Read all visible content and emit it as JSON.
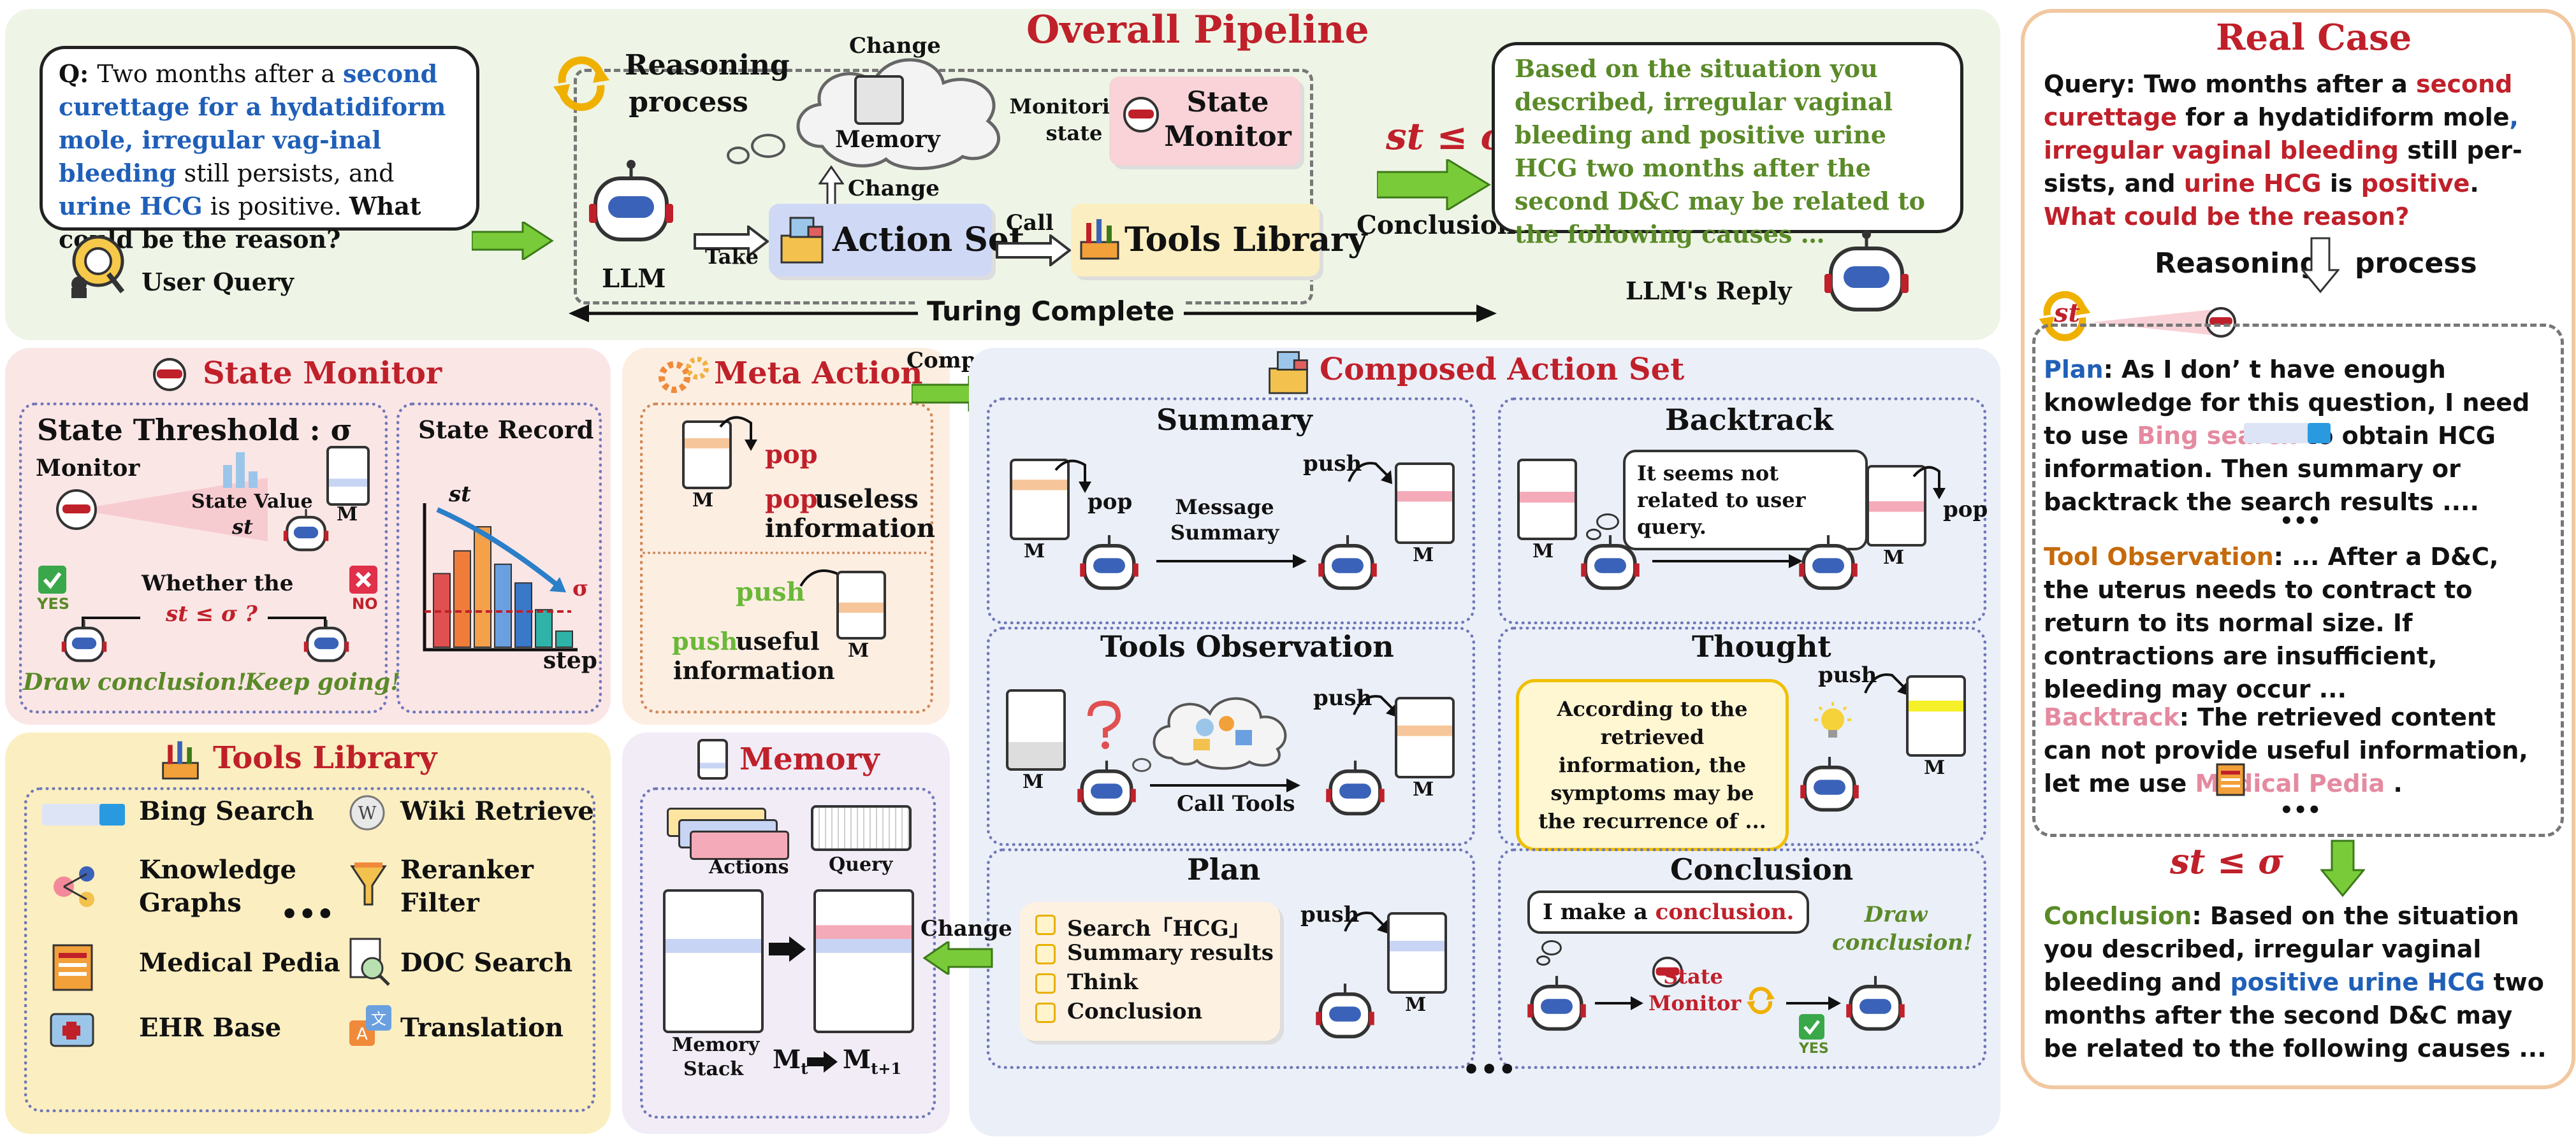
{
  "pipeline": {
    "title": "Overall Pipeline",
    "query_text": [
      {
        "t": "Q: ",
        "c": "bold"
      },
      {
        "t": "Two months after a ",
        "c": ""
      },
      {
        "t": "second curettage for a hydatidiform mole, irregular vag-inal bleeding",
        "c": "blue bold"
      },
      {
        "t": " still persists, and ",
        "c": ""
      },
      {
        "t": "urine HCG",
        "c": "blue bold"
      },
      {
        "t": " is positive. ",
        "c": ""
      },
      {
        "t": "What could be the reason?",
        "c": "bold"
      }
    ],
    "user_query_label": "User Query",
    "reasoning_label": "Reasoning process",
    "memory_label": "Memory",
    "change_label": "Change",
    "monitoring_label": "Monitoring state",
    "state_monitor_label": "State Monitor",
    "llm_label": "LLM",
    "take_label": "Take",
    "action_set_label": "Action Set",
    "call_label": "Call",
    "tools_library_label": "Tools Library",
    "turing_label": "Turing Complete",
    "condition": "st ≤ σ",
    "conclusion_label": "Conclusion",
    "reply_text": "Based on the situation you described, irregular vaginal bleeding and positive urine HCG two months after the second D&C may be related to the following causes …",
    "reply_label": "LLM's Reply"
  },
  "state_monitor": {
    "title": "State Monitor",
    "threshold_label": "State Threshold : σ",
    "monitor_label": "Monitor",
    "state_value_label": "State Value",
    "st_label": "st",
    "m_label": "M",
    "whether_label": "Whether the",
    "condition": "st ≤ σ ?",
    "yes_label": "YES",
    "no_label": "NO",
    "draw_label": "Draw conclusion!",
    "keep_label": "Keep going!",
    "record_label": "State Record",
    "record_st": "st",
    "sigma": "σ",
    "step_label": "step",
    "bar_heights": [
      0.55,
      0.72,
      0.9,
      0.62,
      0.48,
      0.28,
      0.12
    ],
    "bar_colors": [
      "#e05050",
      "#f07c3a",
      "#f4a14a",
      "#6aa0e0",
      "#3a78c8",
      "#2fb3a8",
      "#2fb3a8"
    ]
  },
  "meta_action": {
    "title": "Meta Action",
    "compose_label": "Compose",
    "pop_label": "pop",
    "pop_desc_1": "pop",
    "pop_desc_2": "useless",
    "pop_desc_3": "information",
    "push_label": "push",
    "push_desc_1": "push",
    "push_desc_2": "useful",
    "push_desc_3": "information",
    "m_label": "M"
  },
  "composed": {
    "title": "Composed Action Set",
    "summary": {
      "title": "Summary",
      "pop": "pop",
      "push": "push",
      "msg": "Message Summary",
      "m": "M"
    },
    "backtrack": {
      "title": "Backtrack",
      "bubble": "It seems not related to user query.",
      "pop": "pop",
      "m": "M"
    },
    "tools_obs": {
      "title": "Tools Observation",
      "push": "push",
      "call": "Call Tools",
      "m": "M"
    },
    "thought": {
      "title": "Thought",
      "push": "push",
      "bubble": "According to the retrieved information, the symptoms may be the  recurrence of ...",
      "m": "M"
    },
    "plan": {
      "title": "Plan",
      "items": [
        "Search「HCG」",
        "Summary results",
        "Think",
        "Conclusion"
      ],
      "push": "push",
      "m": "M"
    },
    "conclusion": {
      "title": "Conclusion",
      "bubble_pre": "I make a ",
      "bubble_red": "conclusion.",
      "monitor": "State Monitor",
      "draw": "Draw conclusion!",
      "yes": "YES"
    },
    "ellipsis": "•••"
  },
  "tools": {
    "title": "Tools Library",
    "items": [
      "Bing Search",
      "Wiki Retrieve",
      "Knowledge Graphs",
      "Reranker Filter",
      "Medical Pedia",
      "DOC Search",
      "EHR Base",
      "Translation"
    ],
    "ellipsis": "•••"
  },
  "memory": {
    "title": "Memory",
    "actions_label": "Actions",
    "query_label": "Query",
    "stack_label": "Memory Stack",
    "mt_label": "M",
    "mt_sub": "t",
    "mt1_sub": "t+1",
    "change_label": "Change"
  },
  "real_case": {
    "title": "Real Case",
    "query": [
      {
        "t": "Query: ",
        "c": "bold"
      },
      {
        "t": "Two months after a ",
        "c": "bold"
      },
      {
        "t": "second curettage",
        "c": "red bold"
      },
      {
        "t": " for a hydatidiform mole",
        "c": "bold"
      },
      {
        "t": ", ",
        "c": "blue bold"
      },
      {
        "t": "irregular vaginal bleeding",
        "c": "red bold"
      },
      {
        "t": " still per-sists, and ",
        "c": "bold"
      },
      {
        "t": "urine HCG",
        "c": "red bold"
      },
      {
        "t": " is ",
        "c": "bold"
      },
      {
        "t": "positive",
        "c": "red bold"
      },
      {
        "t": ". ",
        "c": "bold"
      },
      {
        "t": "What could be the reason?",
        "c": "red bold"
      }
    ],
    "reasoning": "Reasoning",
    "process": "process",
    "st_label": "st",
    "plan": [
      {
        "t": "Plan",
        "c": "blue bold"
      },
      {
        "t": ": As I don’ t have enough knowledge for this question, I need to use ",
        "c": "bold"
      },
      {
        "t": "Bing search",
        "c": "pink bold"
      },
      {
        "t": "  ",
        "c": ""
      },
      {
        "t": "           to obtain HCG information. Then summary or backtrack the search results ....",
        "c": "bold"
      }
    ],
    "dots1": "•••",
    "tool_obs": [
      {
        "t": "Tool Observation",
        "c": "orange bold"
      },
      {
        "t": ": ... After a D&C, the uterus needs to contract to return to its normal size. If contractions are insufficient, bleeding may occur ...",
        "c": "bold"
      }
    ],
    "backtrack": [
      {
        "t": "Backtrack",
        "c": "pink bold"
      },
      {
        "t": ": The retrieved content can not provide useful information, let me use ",
        "c": "bold"
      },
      {
        "t": "Medical Pedia",
        "c": "pink bold"
      },
      {
        "t": "      .",
        "c": "bold"
      }
    ],
    "dots2": "•••",
    "condition": "st ≤ σ",
    "conclusion": [
      {
        "t": "Conclusion",
        "c": "green bold"
      },
      {
        "t": ": Based on the situation you described, irregular vaginal bleeding and ",
        "c": "bold"
      },
      {
        "t": "positive urine HCG",
        "c": "blue bold"
      },
      {
        "t": " two months after the second D&C may be related to the following causes ...",
        "c": "bold"
      }
    ]
  }
}
